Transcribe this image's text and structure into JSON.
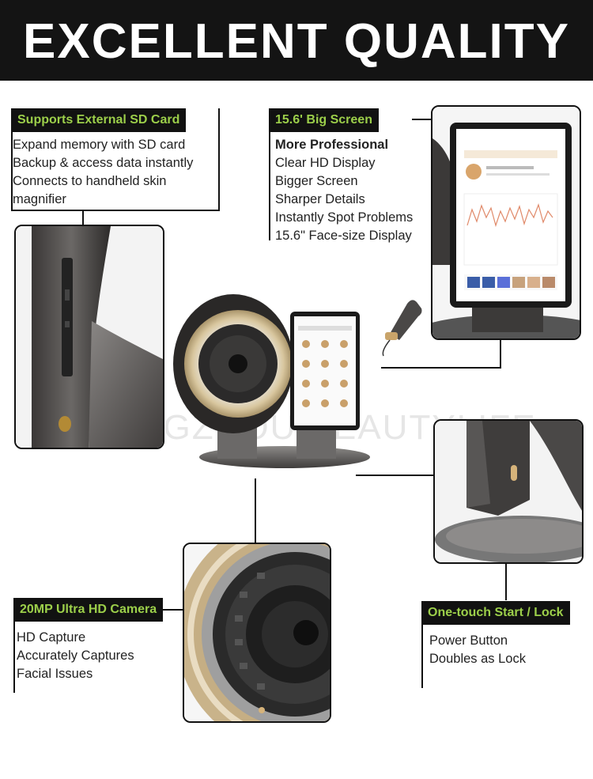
{
  "banner": {
    "title": "EXCELLENT QUALITY"
  },
  "sd_card": {
    "tag": "Supports External SD Card",
    "lines": [
      "Expand memory with SD card",
      "Backup & access data instantly",
      "Connects to handheld skin",
      "magnifier"
    ]
  },
  "big_screen": {
    "tag": "15.6' Big Screen",
    "heading": "More Professional",
    "lines": [
      "Clear HD Display",
      "Bigger Screen",
      "Sharper Details",
      "Instantly Spot Problems",
      "15.6\" Face-size Display"
    ]
  },
  "camera": {
    "tag": "20MP Ultra HD Camera",
    "lines": [
      "HD Capture",
      "Accurately Captures",
      "Facial Issues"
    ]
  },
  "power": {
    "tag": "One-touch Start / Lock",
    "lines": [
      "Power Button",
      "Doubles as Lock"
    ]
  },
  "watermark": "GUANGZHOU BEAUTYLIFE",
  "colors": {
    "banner_bg": "#141414",
    "tag_bg": "#111111",
    "tag_text": "#9ccf4a",
    "device_metal": "#6c6a69",
    "gold_ring": "#c9b38a"
  }
}
